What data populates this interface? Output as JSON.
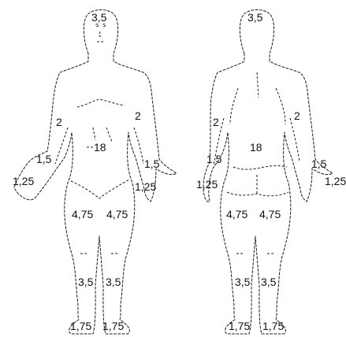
{
  "diagram": {
    "front": {
      "head": "3,5",
      "arm_upper_left": "2",
      "arm_upper_right": "2",
      "forearm_left": "1,5",
      "forearm_right": "1,5",
      "hand_left": "1,25",
      "hand_right": "1,25",
      "trunk": "18",
      "thigh_left": "4,75",
      "thigh_right": "4,75",
      "leg_left": "3,5",
      "leg_right": "3,5",
      "foot_left": "1,75",
      "foot_right": "1,75"
    },
    "back": {
      "head": "3,5",
      "arm_upper_left": "2",
      "arm_upper_right": "2",
      "forearm_left": "1,5",
      "forearm_right": "1,5",
      "hand_left": "1,25",
      "hand_right": "1,25",
      "trunk": "18",
      "thigh_left": "4,75",
      "thigh_right": "4,75",
      "leg_left": "3,5",
      "leg_right": "3,5",
      "foot_left": "1,75",
      "foot_right": "1,75"
    }
  }
}
